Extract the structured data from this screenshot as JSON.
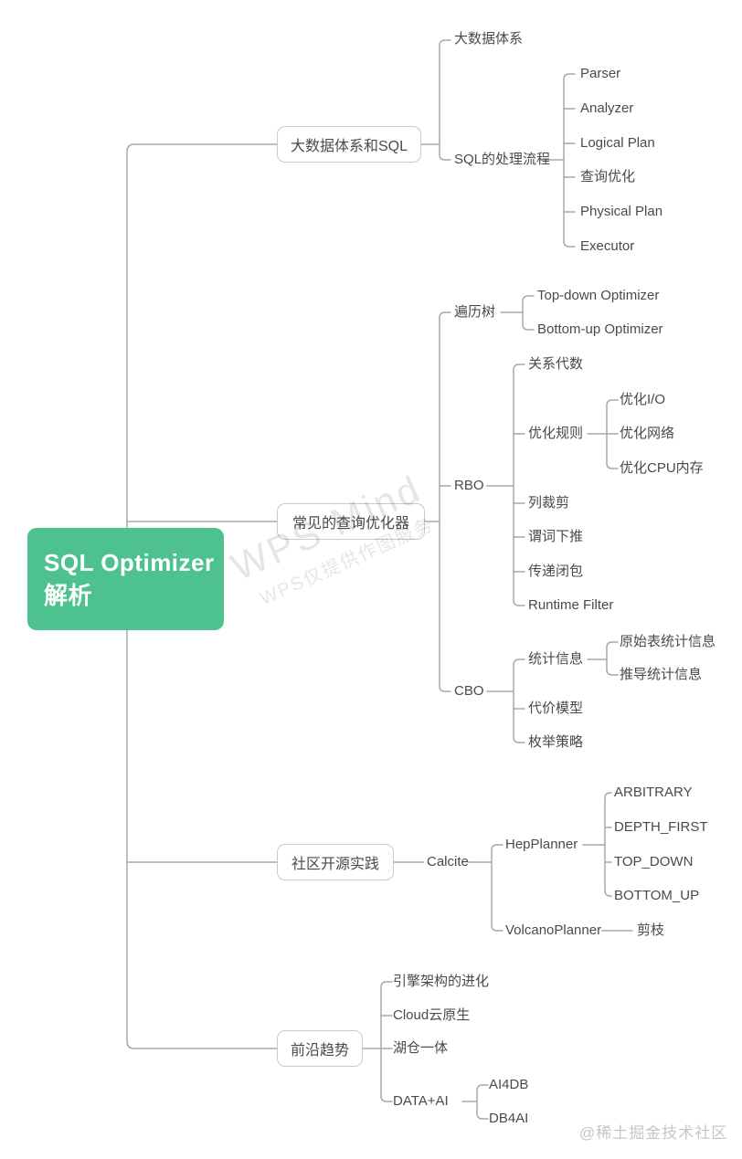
{
  "colors": {
    "accent_green": "#4ec28e",
    "line": "#a8a8a8",
    "node_border": "#c9c9c9",
    "text": "#4a4a4a",
    "muted": "#c6c6c6"
  },
  "root": {
    "line1": "SQL Optimizer",
    "line2": "解析"
  },
  "watermark": {
    "line1": "WPS Mind",
    "line2": "WPS仅提供作图服务"
  },
  "credit": "@稀土掘金技术社区",
  "tree": {
    "branches": [
      {
        "label": "大数据体系和SQL",
        "children": [
          {
            "label": "大数据体系"
          },
          {
            "label": "SQL的处理流程",
            "children": [
              {
                "label": "Parser"
              },
              {
                "label": "Analyzer"
              },
              {
                "label": "Logical Plan"
              },
              {
                "label": "查询优化"
              },
              {
                "label": "Physical Plan"
              },
              {
                "label": "Executor"
              }
            ]
          }
        ]
      },
      {
        "label": "常见的查询优化器",
        "children": [
          {
            "label": "遍历树",
            "children": [
              {
                "label": "Top-down Optimizer"
              },
              {
                "label": "Bottom-up Optimizer"
              }
            ]
          },
          {
            "label": "RBO",
            "children": [
              {
                "label": "关系代数"
              },
              {
                "label": "优化规则",
                "children": [
                  {
                    "label": "优化I/O"
                  },
                  {
                    "label": "优化网络"
                  },
                  {
                    "label": "优化CPU内存"
                  }
                ]
              },
              {
                "label": "列裁剪"
              },
              {
                "label": "谓词下推"
              },
              {
                "label": "传递闭包"
              },
              {
                "label": "Runtime Filter"
              }
            ]
          },
          {
            "label": "CBO",
            "children": [
              {
                "label": "统计信息",
                "children": [
                  {
                    "label": "原始表统计信息"
                  },
                  {
                    "label": "推导统计信息"
                  }
                ]
              },
              {
                "label": "代价模型"
              },
              {
                "label": "枚举策略"
              }
            ]
          }
        ]
      },
      {
        "label": "社区开源实践",
        "children": [
          {
            "label": "Calcite",
            "children": [
              {
                "label": "HepPlanner",
                "children": [
                  {
                    "label": "ARBITRARY"
                  },
                  {
                    "label": "DEPTH_FIRST"
                  },
                  {
                    "label": "TOP_DOWN"
                  },
                  {
                    "label": "BOTTOM_UP"
                  }
                ]
              },
              {
                "label": "VolcanoPlanner",
                "children": [
                  {
                    "label": "剪枝"
                  }
                ]
              }
            ]
          }
        ]
      },
      {
        "label": "前沿趋势",
        "children": [
          {
            "label": "引擎架构的进化"
          },
          {
            "label": "Cloud云原生"
          },
          {
            "label": "湖仓一体"
          },
          {
            "label": "DATA+AI",
            "children": [
              {
                "label": "AI4DB"
              },
              {
                "label": "DB4AI"
              }
            ]
          }
        ]
      }
    ]
  }
}
